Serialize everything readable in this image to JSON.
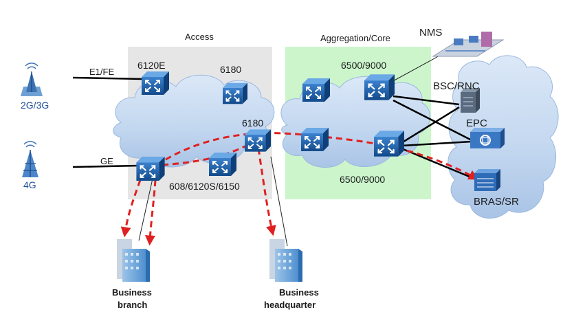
{
  "zones": {
    "access": "Access",
    "aggregation": "Aggregation/Core"
  },
  "devices": {
    "r6120e": "6120E",
    "r6180_top": "6180",
    "r6180_mid": "6180",
    "r608": "608/6120S/6150",
    "agg_top": "6500/9000",
    "agg_bottom": "6500/9000"
  },
  "core": {
    "nms": "NMS",
    "bsc": "BSC/RNC",
    "epc": "EPC",
    "bras": "BRAS/SR"
  },
  "sites": {
    "tower_2g3g": "2G/3G",
    "tower_4g": "4G",
    "link_e1fe": "E1/FE",
    "link_ge": "GE"
  },
  "buildings": {
    "branch_line1": "Business",
    "branch_line2": "branch",
    "hq_line1": "Business",
    "hq_line2": "headquarter"
  },
  "colors": {
    "access_zone": "#e6e6e6",
    "aggregation_zone": "#ccf5cc",
    "cloud": "#bdd3ee",
    "router": "#1b5fa8",
    "flow": "#e02020",
    "label_blue": "#1f4e9e"
  }
}
